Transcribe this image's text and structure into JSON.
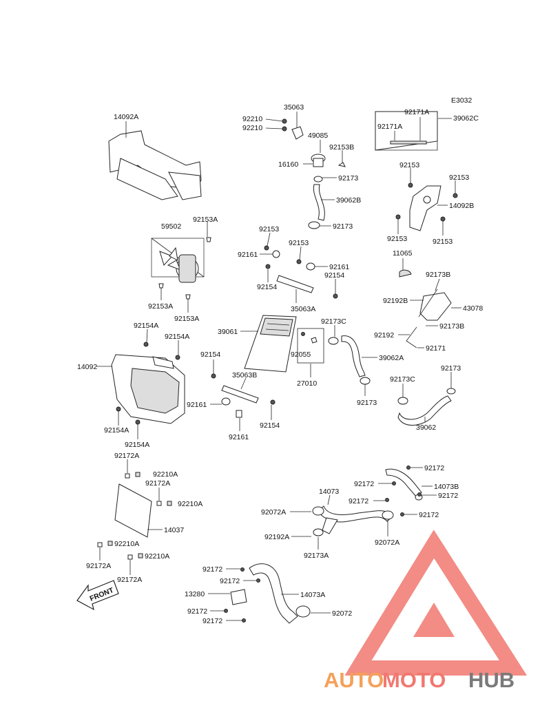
{
  "diagram_code": "E3032",
  "front_label": "FRONT",
  "watermark": {
    "part1": "AUTO",
    "part2": "MOTO",
    "part3": "HUB",
    "color_orange": "#f5a05a",
    "color_red": "#f07870",
    "color_gray": "#7a7a7a"
  },
  "labels": {
    "l35063": "35063",
    "l92210a": "92210",
    "l92210b": "92210",
    "l49085": "49085",
    "l92153B": "92153B",
    "l16160": "16160",
    "l92173a": "92173",
    "l39062B": "39062B",
    "l92173b": "92173",
    "l92171Aa": "92171A",
    "l92171Ab": "92171A",
    "l39062C": "39062C",
    "l14092A": "14092A",
    "l92153a": "92153",
    "l92153b": "92153",
    "l14092B": "14092B",
    "l92153c": "92153",
    "l92153d": "92153",
    "l59502": "59502",
    "l92153Aa": "92153A",
    "l92153Ab": "92153A",
    "l92153Ac": "92153A",
    "l92153e": "92153",
    "l92153f": "92153",
    "l92161a": "92161",
    "l92161b": "92161",
    "l92154a": "92154",
    "l92154b": "92154",
    "l35063A": "35063A",
    "l11065": "11065",
    "l92173B": "92173B",
    "l92192B": "92192B",
    "l43078": "43078",
    "l92173Bb": "92173B",
    "l92192": "92192",
    "l92171": "92171",
    "l39061": "39061",
    "l92173C": "92173C",
    "l92055": "92055",
    "l39062A": "39062A",
    "l27010": "27010",
    "l92173c": "92173",
    "l92154Aa": "92154A",
    "l92154Ab": "92154A",
    "l14092": "14092",
    "l92154c": "92154",
    "l35063B": "35063B",
    "l92161c": "92161",
    "l92161d": "92161",
    "l92154d": "92154",
    "l92154Ac": "92154A",
    "l92154Ad": "92154A",
    "l92173d": "92173",
    "l92173Cb": "92173C",
    "l39062": "39062",
    "l92172Aa": "92172A",
    "l92210Aa": "92210A",
    "l92172Ab": "92172A",
    "l92210Ab": "92210A",
    "l14037": "14037",
    "l92210Ac": "92210A",
    "l92172Ac": "92172A",
    "l92210Ad": "92210A",
    "l92172Ad": "92172A",
    "l92172a": "92172",
    "l92172b": "92172",
    "l14073B": "14073B",
    "l92172c": "92172",
    "l92172d": "92172",
    "l14073": "14073",
    "l92072A": "92072A",
    "l92172e": "92172",
    "l92192A": "92192A",
    "l92173A": "92173A",
    "l92072Ab": "92072A",
    "l92172f": "92172",
    "l92172g": "92172",
    "l14073A": "14073A",
    "l13280": "13280",
    "l92172h": "92172",
    "l92072": "92072",
    "l92172i": "92172"
  }
}
